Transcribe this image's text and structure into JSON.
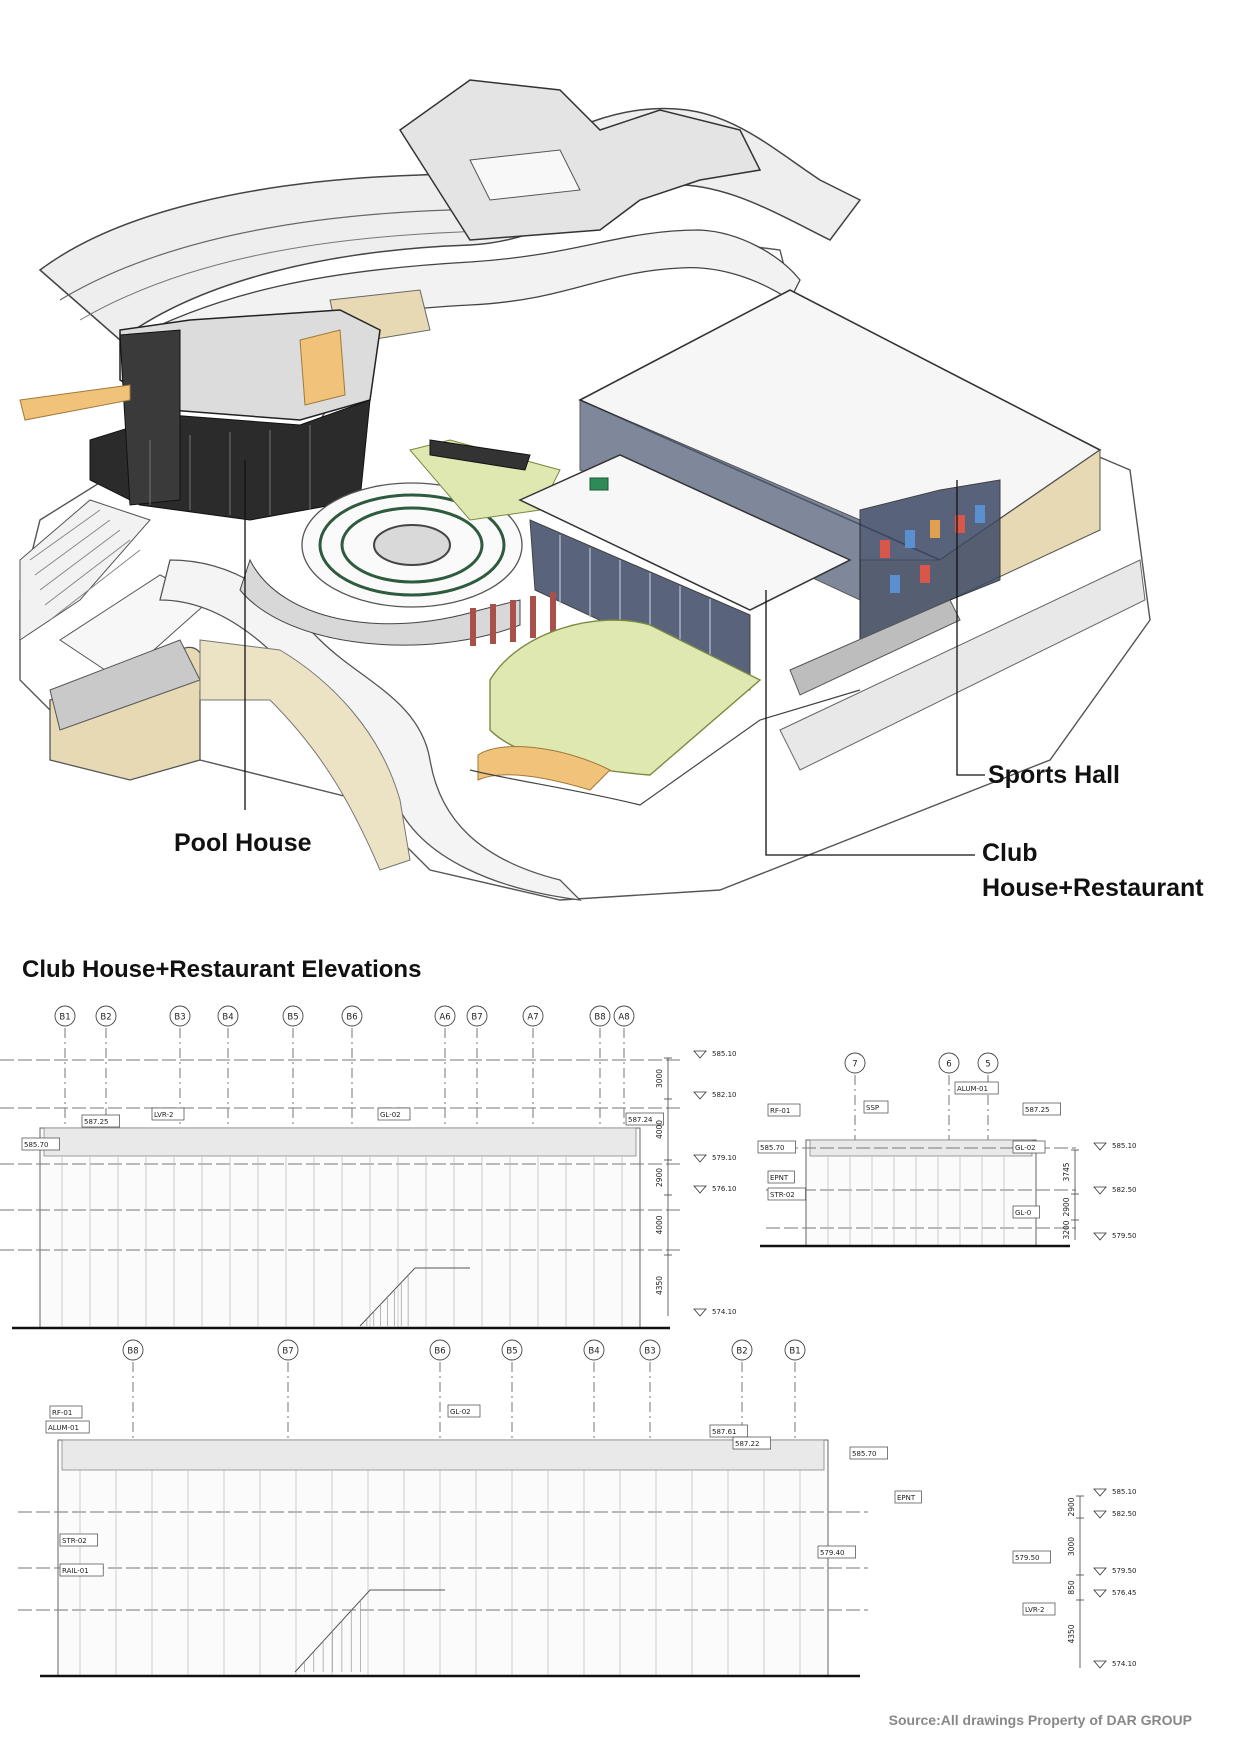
{
  "axonometric": {
    "labels": {
      "pool_house": "Pool House",
      "sports_hall": "Sports Hall",
      "club_house_line1": "Club",
      "club_house_line2": "House+Restaurant"
    },
    "colors": {
      "lawn": "#dfe8b0",
      "roof": "#f5f5f5",
      "sand": "#e6d9b3",
      "glazing": "#3d4a66",
      "accent_orange": "#f0c27a",
      "pool_green": "#2e8b57"
    }
  },
  "elevations": {
    "section_title": "Club House+Restaurant Elevations",
    "top_left": {
      "grids": [
        "B1",
        "B2",
        "B3",
        "B4",
        "B5",
        "B6",
        "A6",
        "B7",
        "A7",
        "B8",
        "A8"
      ],
      "tags": [
        "LVR-2",
        "GL-02",
        "585.70",
        "587.25",
        "587.24"
      ],
      "levels": [
        "585.10",
        "582.10",
        "579.10",
        "576.10",
        "574.10"
      ],
      "dims": [
        "3000",
        "4000",
        "2900",
        "4000",
        "4350"
      ]
    },
    "top_right": {
      "grids": [
        "7",
        "6",
        "5"
      ],
      "tags": [
        "RF-01",
        "SSP",
        "ALUM-01",
        "585.70",
        "587.25",
        "GL-02",
        "EPNT",
        "STR-02",
        "GL-0"
      ],
      "levels": [
        "585.10",
        "582.50",
        "579.50"
      ],
      "dims": [
        "3745",
        "2900",
        "3200"
      ]
    },
    "bottom": {
      "grids": [
        "B8",
        "B7",
        "B6",
        "B5",
        "B4",
        "B3",
        "B2",
        "B1"
      ],
      "tags": [
        "RF-01",
        "ALUM-01",
        "GL-02",
        "STR-02",
        "RAIL-01",
        "587.61",
        "587.22",
        "585.70",
        "EPNT",
        "579.40",
        "579.50",
        "LVR-2"
      ],
      "levels": [
        "585.10",
        "582.50",
        "579.50",
        "576.45",
        "574.10"
      ],
      "dims": [
        "2900",
        "3000",
        "850",
        "4350"
      ]
    }
  },
  "source": "Source:All drawings Property of DAR GROUP"
}
